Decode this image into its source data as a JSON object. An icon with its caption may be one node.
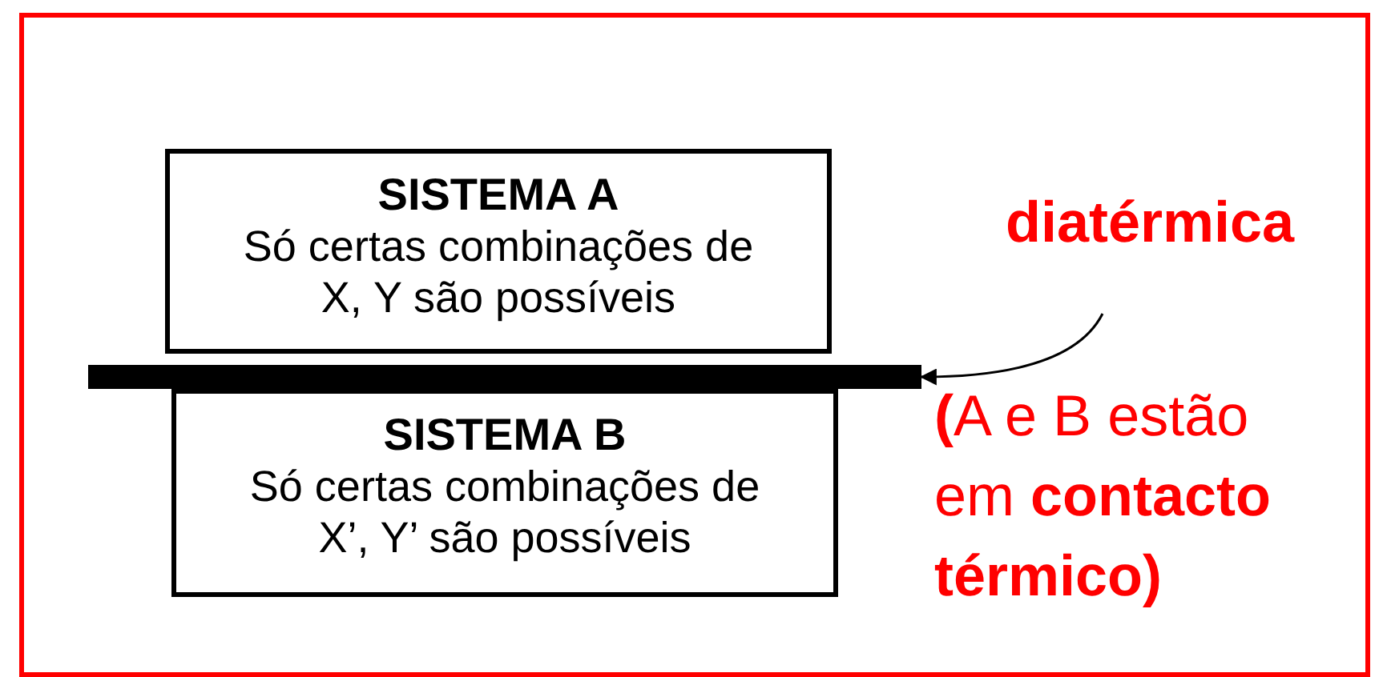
{
  "diagram": {
    "nodes": [
      {
        "text": [
          "SISTEMA A",
          "Só certas combinações de X, Y são possíveis"
        ]
      },
      {
        "text": [
          "SISTEMA B",
          "Só certas combinações de X’, Y’ são possíveis"
        ]
      },
      {
        "text": [],
        "shape": "bar"
      },
      {
        "text": [
          "diatérmica"
        ]
      }
    ],
    "edges": [
      {
        "from": 3,
        "to": 2,
        "arrow": "to"
      }
    ],
    "labels": [
      "**(**A e B estão em **contacto térmico)**"
    ]
  }
}
